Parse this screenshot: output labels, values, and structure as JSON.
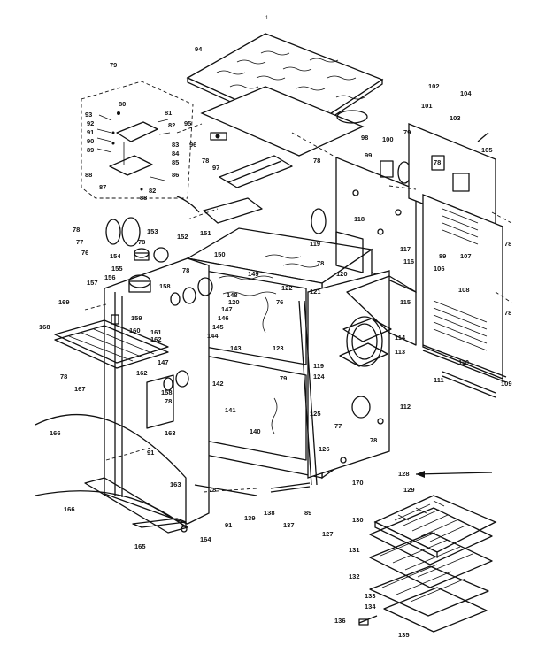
{
  "diagram": {
    "callouts": {
      "c1": "1",
      "c76": "76",
      "c77": "77",
      "c78": "78",
      "c79": "79",
      "c80": "80",
      "c81": "81",
      "c82": "82",
      "c83": "83",
      "c84": "84",
      "c85": "85",
      "c86": "86",
      "c87": "87",
      "c88": "88",
      "c89": "89",
      "c90": "90",
      "c91": "91",
      "c92": "92",
      "c93": "93",
      "c94": "94",
      "c95": "95",
      "c96": "96",
      "c97": "97",
      "c98": "98",
      "c99": "99",
      "c100": "100",
      "c101": "101",
      "c102": "102",
      "c103": "103",
      "c104": "104",
      "c105": "105",
      "c106": "106",
      "c107": "107",
      "c108": "108",
      "c109": "109",
      "c110": "110",
      "c111": "111",
      "c112": "112",
      "c113": "113",
      "c114": "114",
      "c115": "115",
      "c116": "116",
      "c117": "117",
      "c118": "118",
      "c119": "119",
      "c120": "120",
      "c121": "121",
      "c122": "122",
      "c123": "123",
      "c124": "124",
      "c125": "125",
      "c126": "126",
      "c127": "127",
      "c128": "128",
      "c129": "129",
      "c130": "130",
      "c131": "131",
      "c132": "132",
      "c133": "133",
      "c134": "134",
      "c135": "135",
      "c136": "136",
      "c137": "137",
      "c138": "138",
      "c139": "139",
      "c140": "140",
      "c141": "141",
      "c142": "142",
      "c143": "143",
      "c144": "144",
      "c145": "145",
      "c146": "146",
      "c147": "147",
      "c148": "148",
      "c149": "149",
      "c150": "150",
      "c151": "151",
      "c152": "152",
      "c153": "153",
      "c154": "154",
      "c155": "155",
      "c156": "156",
      "c157": "157",
      "c158": "158",
      "c159": "159",
      "c160": "160",
      "c161": "161",
      "c162": "162",
      "c163": "163",
      "c164": "164",
      "c165": "165",
      "c166": "166",
      "c167": "167",
      "c168": "168",
      "c169": "169",
      "c170": "170"
    }
  }
}
